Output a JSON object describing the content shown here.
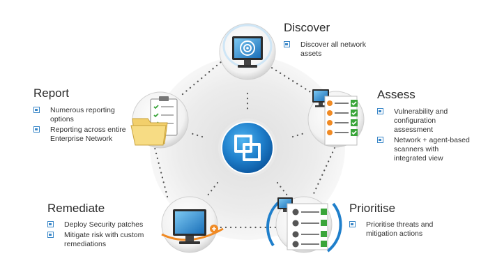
{
  "stages": [
    {
      "id": "discover",
      "title": "Discover",
      "icon": "radar-monitor-icon",
      "bullets": [
        "Discover all network assets"
      ]
    },
    {
      "id": "assess",
      "title": "Assess",
      "icon": "checklist-monitor-icon",
      "bullets": [
        "Vulnerability and configuration assessment",
        "Network + agent-based scanners with integrated view"
      ]
    },
    {
      "id": "prioritise",
      "title": "Prioritise",
      "icon": "gear-list-icon",
      "bullets": [
        "Prioritise threats and mitigation actions"
      ]
    },
    {
      "id": "remediate",
      "title": "Remediate",
      "icon": "patch-monitor-icon",
      "bullets": [
        "Deploy Security patches",
        "Mitigate risk with custom remediations"
      ]
    },
    {
      "id": "report",
      "title": "Report",
      "icon": "clipboard-folder-icon",
      "bullets": [
        "Numerous reporting options",
        "Reporting across entire Enterprise Network"
      ]
    }
  ],
  "center_icon": "stacked-windows-icon",
  "colors": {
    "accent": "#1f7fcb",
    "accent_dark": "#0d5aa3",
    "halo": "#e6e6e6",
    "dots": "#555555",
    "check": "#3aa53a",
    "plus": "#f08a24",
    "text": "#2a2a2a"
  }
}
